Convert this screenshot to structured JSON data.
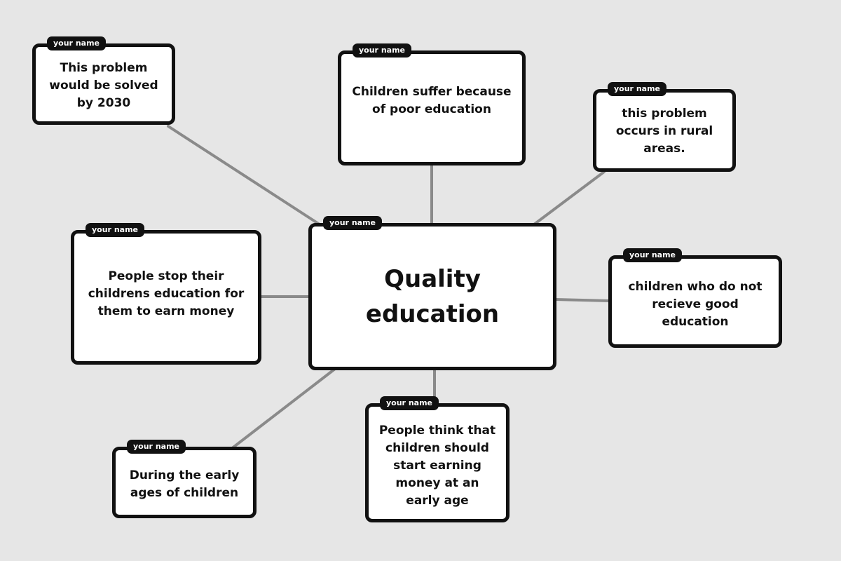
{
  "diagram": {
    "tag_label": "your name",
    "center": {
      "text": "Quality\neducation"
    },
    "nodes": {
      "top_left": "This problem\nwould be solved\nby 2030",
      "top_center": "Children suffer because\nof poor education",
      "top_right": "this problem\noccurs in rural\nareas.",
      "middle_left": "People stop their\nchildrens education for\nthem to earn money",
      "middle_right": "children who do not\nrecieve good\neducation",
      "bottom_left": "During the early\nages of children",
      "bottom_center": "People think that\nchildren should\nstart earning\nmoney at an\nearly age"
    }
  }
}
